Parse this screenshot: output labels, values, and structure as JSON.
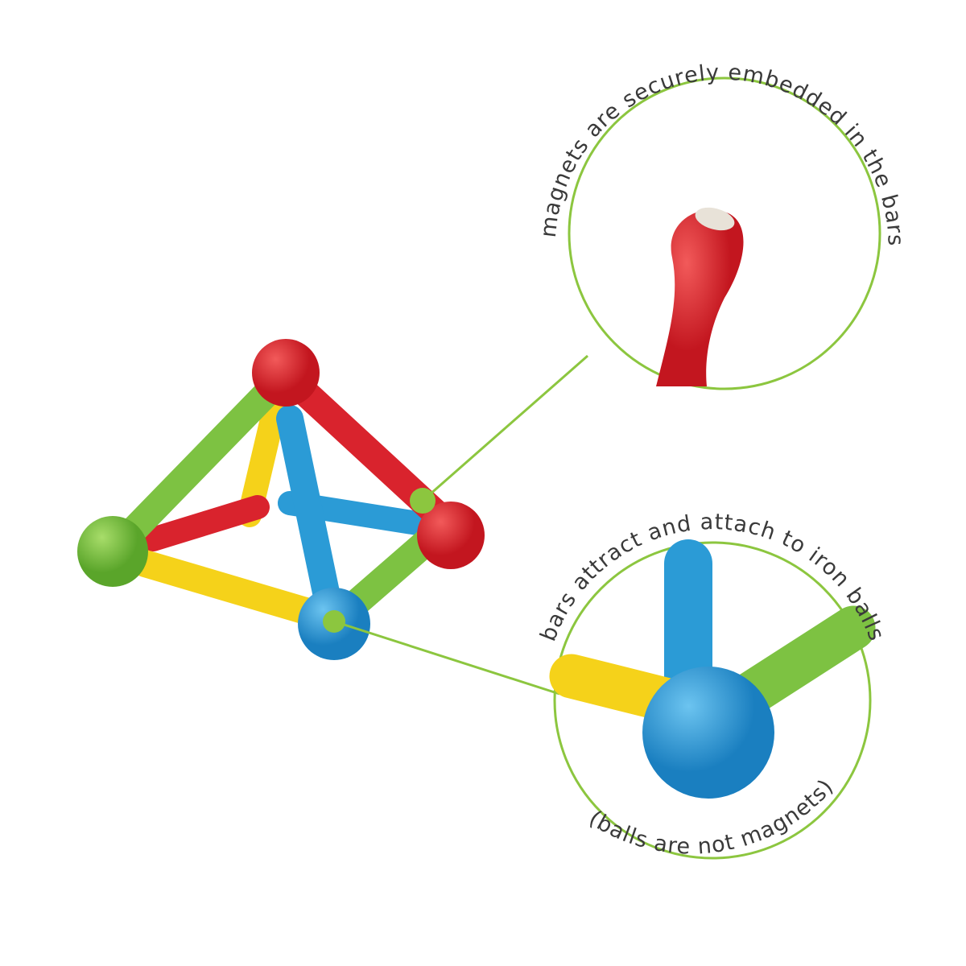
{
  "callouts": {
    "top_caption": "magnets are securely embedded in the bars",
    "bottom_caption": "bars attract and attach to iron balls",
    "bottom_note": "(balls are not magnets)"
  },
  "colors": {
    "accent_green": "#8cc63f",
    "red": "#d9232d",
    "blue": "#2b9bd6",
    "yellow": "#f5d21a",
    "green": "#7dc242"
  }
}
